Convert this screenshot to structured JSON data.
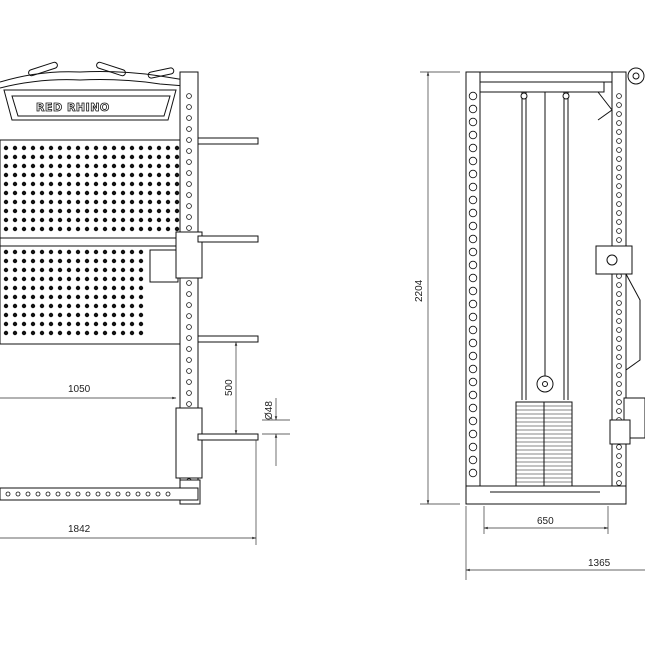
{
  "brand": "RED RHINO",
  "dimensions": {
    "front_width_inner": "1050",
    "front_width_total": "1842",
    "peg_spacing": "500",
    "peg_diameter": "Ø48",
    "side_height": "2204",
    "side_depth_inner": "650",
    "side_depth_total": "1365"
  },
  "colors": {
    "line": "#111111",
    "dim": "#333333",
    "background": "#ffffff"
  }
}
